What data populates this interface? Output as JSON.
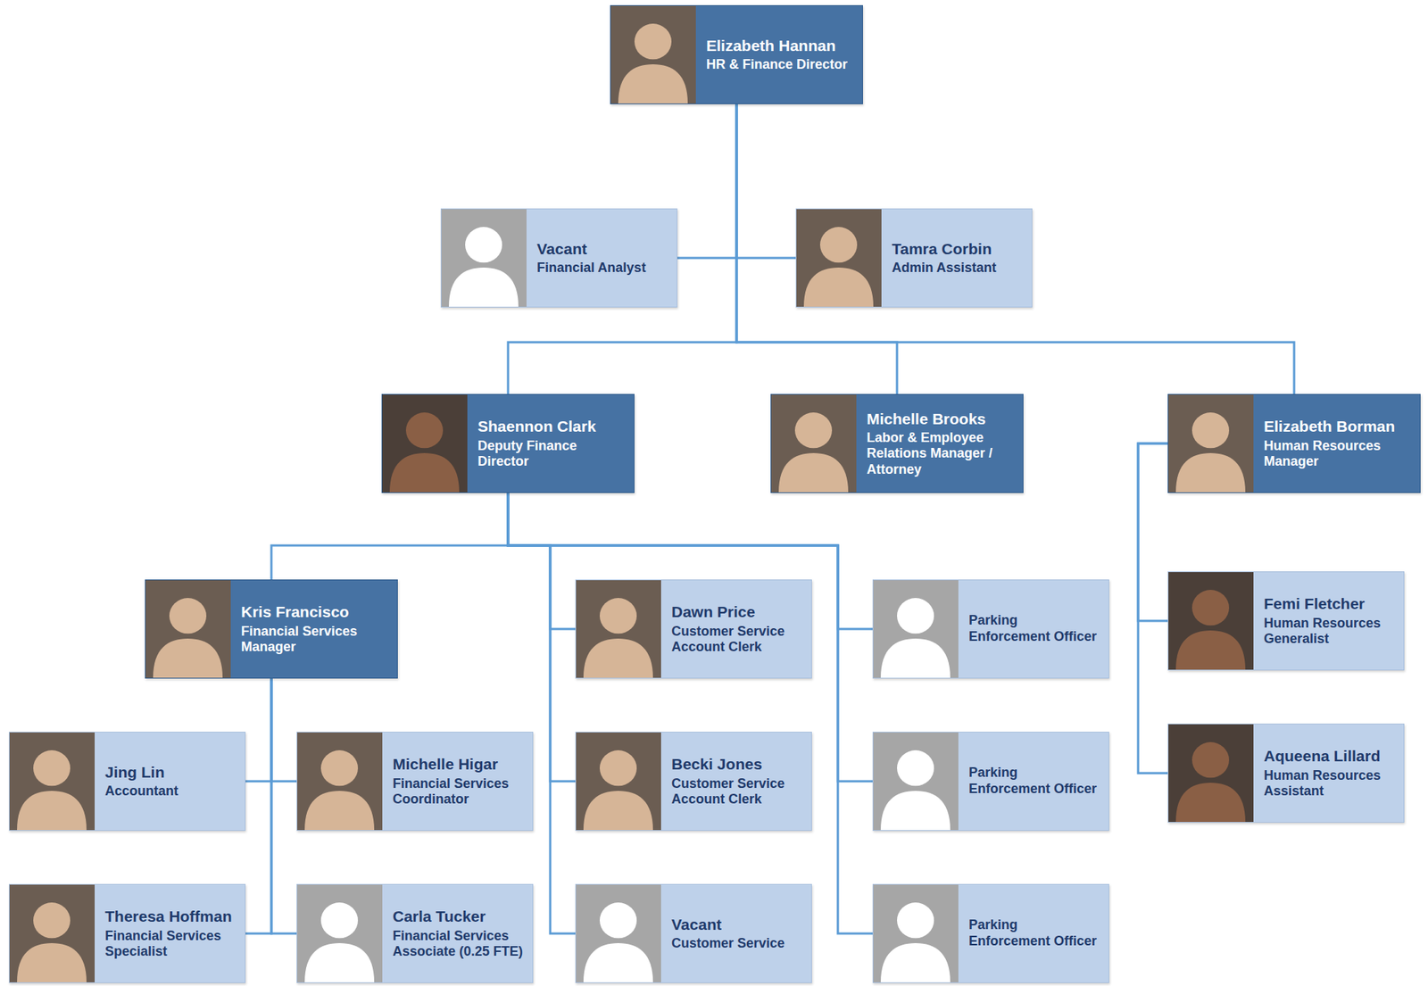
{
  "diagram": {
    "nodes": [
      {
        "text": [
          "Elizabeth Hannan",
          "HR & Finance Director"
        ]
      },
      {
        "text": [
          "Vacant",
          "Financial Analyst"
        ]
      },
      {
        "text": [
          "Tamra Corbin",
          "Admin Assistant"
        ]
      },
      {
        "text": [
          "Shaennon Clark",
          "Deputy Finance Director"
        ]
      },
      {
        "text": [
          "Michelle Brooks",
          "Labor & Employee Relations Manager / Attorney"
        ]
      },
      {
        "text": [
          "Elizabeth Borman",
          "Human Resources Manager"
        ]
      },
      {
        "text": [
          "Kris Francisco",
          "Financial Services Manager"
        ]
      },
      {
        "text": [
          "Dawn Price",
          "Customer Service Account Clerk"
        ]
      },
      {
        "text": [
          "Parking Enforcement Officer"
        ]
      },
      {
        "text": [
          "Femi Fletcher",
          "Human Resources Generalist"
        ]
      },
      {
        "text": [
          "Jing Lin",
          "Accountant"
        ]
      },
      {
        "text": [
          "Michelle Higar",
          "Financial Services Coordinator"
        ]
      },
      {
        "text": [
          "Becki Jones",
          "Customer Service Account Clerk"
        ]
      },
      {
        "text": [
          "Parking Enforcement Officer"
        ]
      },
      {
        "text": [
          "Aqueena Lillard",
          "Human Resources Assistant"
        ]
      },
      {
        "text": [
          "Theresa Hoffman",
          "Financial Services Specialist"
        ]
      },
      {
        "text": [
          "Carla Tucker",
          "Financial Services Associate (0.25 FTE)"
        ]
      },
      {
        "text": [
          "Vacant",
          "Customer Service"
        ]
      },
      {
        "text": [
          "Parking Enforcement Officer"
        ]
      }
    ],
    "edges": [
      {
        "from": 0,
        "to": 1,
        "arrow": "none"
      },
      {
        "from": 0,
        "to": 2,
        "arrow": "none"
      },
      {
        "from": 0,
        "to": 3,
        "arrow": "none"
      },
      {
        "from": 0,
        "to": 4,
        "arrow": "none"
      },
      {
        "from": 0,
        "to": 5,
        "arrow": "none"
      },
      {
        "from": 3,
        "to": 6,
        "arrow": "none"
      },
      {
        "from": 3,
        "to": 7,
        "arrow": "none"
      },
      {
        "from": 3,
        "to": 12,
        "arrow": "none"
      },
      {
        "from": 3,
        "to": 17,
        "arrow": "none"
      },
      {
        "from": 3,
        "to": 8,
        "arrow": "none"
      },
      {
        "from": 3,
        "to": 13,
        "arrow": "none"
      },
      {
        "from": 3,
        "to": 18,
        "arrow": "none"
      },
      {
        "from": 5,
        "to": 9,
        "arrow": "none"
      },
      {
        "from": 5,
        "to": 14,
        "arrow": "none"
      },
      {
        "from": 6,
        "to": 10,
        "arrow": "none"
      },
      {
        "from": 6,
        "to": 11,
        "arrow": "none"
      },
      {
        "from": 6,
        "to": 15,
        "arrow": "none"
      },
      {
        "from": 6,
        "to": 16,
        "arrow": "none"
      }
    ]
  }
}
